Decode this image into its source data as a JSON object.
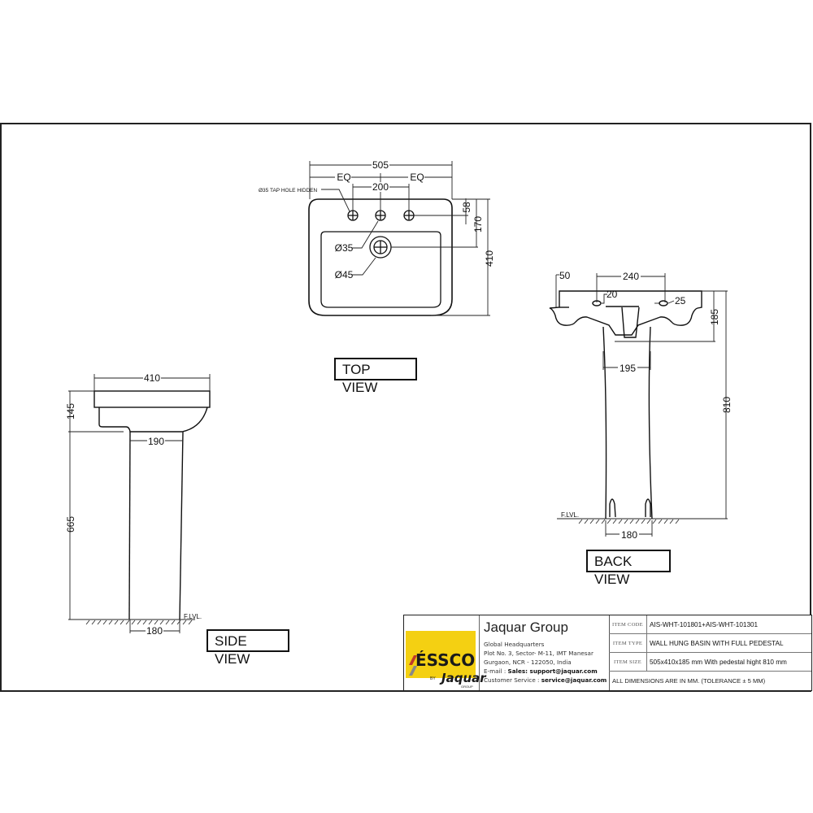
{
  "views": {
    "top": {
      "label": "TOP VIEW",
      "dims": {
        "overall_width": "505",
        "eq_left": "EQ",
        "eq_right": "EQ",
        "tap_spacing": "200",
        "tap_hole_note": "Ø35 TAP HOLE HIDDEN",
        "tap_offset": "58",
        "waste_offset": "170",
        "overall_depth": "410",
        "tap_hole_dia": "Ø35",
        "waste_dia": "Ø45"
      }
    },
    "side": {
      "label": "SIDE VIEW",
      "dims": {
        "basin_depth": "410",
        "basin_height": "145",
        "pedestal_top_width": "190",
        "pedestal_height": "665",
        "pedestal_base_width": "180",
        "floor_level": "F.LVL."
      }
    },
    "back": {
      "label": "BACK VIEW",
      "dims": {
        "wall_offset": "50",
        "fixing_spacing": "240",
        "fixing_left": "20",
        "fixing_right": "25",
        "basin_height": "185",
        "pedestal_top_width": "195",
        "total_height": "810",
        "pedestal_base_width": "180",
        "floor_level": "F.LVL."
      }
    }
  },
  "title_block": {
    "logo": {
      "brand": "ÉSSCO",
      "by": "BY",
      "parent": "Jaquar",
      "parent_sub": "GROUP",
      "bg_color": "#f4d012"
    },
    "company": {
      "name": "Jaquar Group",
      "line1": "Global Headquarters",
      "line2": "Plot No. 3, Sector- M-11, IMT Manesar",
      "line3": "Gurgaon, NCR - 122050, India",
      "email_label": "E-mail : ",
      "email_value": "Sales: support@jaquar.com",
      "service_label": "Customer Service : ",
      "service_value": "service@jaquar.com"
    },
    "rows": [
      {
        "key": "ITEM CODE",
        "value": "AIS-WHT-101801+AIS-WHT-101301"
      },
      {
        "key": "ITEM TYPE",
        "value": "WALL HUNG BASIN WITH FULL PEDESTAL"
      },
      {
        "key": "ITEM SIZE",
        "value": "505x410x185 mm With pedestal hight 810 mm"
      }
    ],
    "note": "ALL DIMENSIONS ARE IN MM. (TOLERANCE ± 5 MM)"
  }
}
